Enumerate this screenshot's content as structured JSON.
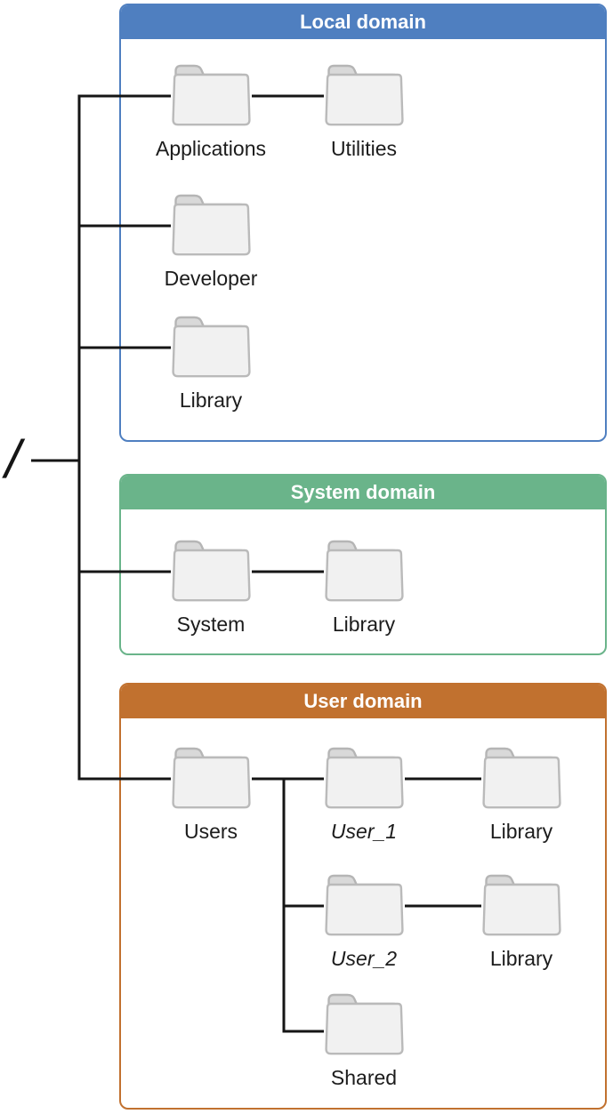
{
  "root": {
    "symbol": "/"
  },
  "palette": {
    "local_accent": "#4f7fc0",
    "system_accent": "#6ab48a",
    "user_accent": "#c1712f",
    "line_color": "#151515",
    "folder_body": "#f1f1f1",
    "folder_tab": "#d9d9d9",
    "folder_outline": "#b5b5b5",
    "header_text": "#ffffff",
    "label_text": "#1c1c1c"
  },
  "groups": [
    {
      "title": "Local domain",
      "folders": [
        {
          "label": "Applications"
        },
        {
          "label": "Utilities"
        },
        {
          "label": "Developer"
        },
        {
          "label": "Library"
        }
      ]
    },
    {
      "title": "System domain",
      "folders": [
        {
          "label": "System"
        },
        {
          "label": "Library"
        }
      ]
    },
    {
      "title": "User domain",
      "folders": [
        {
          "label": "Users"
        },
        {
          "label": "User_1",
          "style": "italic"
        },
        {
          "label": "Library"
        },
        {
          "label": "User_2",
          "style": "italic"
        },
        {
          "label": "Library"
        },
        {
          "label": "Shared"
        }
      ]
    }
  ]
}
